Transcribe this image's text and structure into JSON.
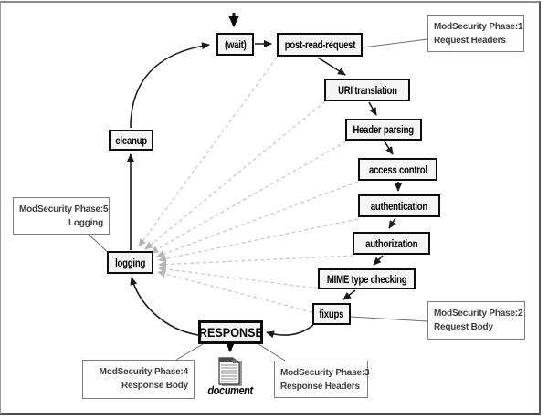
{
  "nodes": {
    "wait": "(wait)",
    "post_read_request": "post-read-request",
    "uri_translation": "URI translation",
    "header_parsing": "Header parsing",
    "access_control": "access control",
    "authentication": "authentication",
    "authorization": "authorization",
    "mime_type_checking": "MIME type checking",
    "fixups": "fixups",
    "response": "RESPONSE",
    "logging": "logging",
    "cleanup": "cleanup"
  },
  "callouts": {
    "phase1": {
      "line1": "ModSecurity Phase:1",
      "line2": "Request Headers"
    },
    "phase2": {
      "line1": "ModSecurity Phase:2",
      "line2": "Request Body"
    },
    "phase3": {
      "line1": "ModSecurity Phase:3",
      "line2": "Response Headers"
    },
    "phase4": {
      "line1": "ModSecurity Phase:4",
      "line2": "Response Body"
    },
    "phase5": {
      "line1": "ModSecurity Phase:5",
      "line2": "Logging"
    }
  },
  "document_label": "document",
  "colors": {
    "node_fill": "#f5f5f5",
    "node_border": "#0d0d0d",
    "callout_border": "#7d7d7d",
    "callout_text": "#3d3d3d",
    "solid_line": "#1a1a1a",
    "dashed_line": "#c9c9c9",
    "dashed_arrowhead": "#b5b5b5"
  }
}
